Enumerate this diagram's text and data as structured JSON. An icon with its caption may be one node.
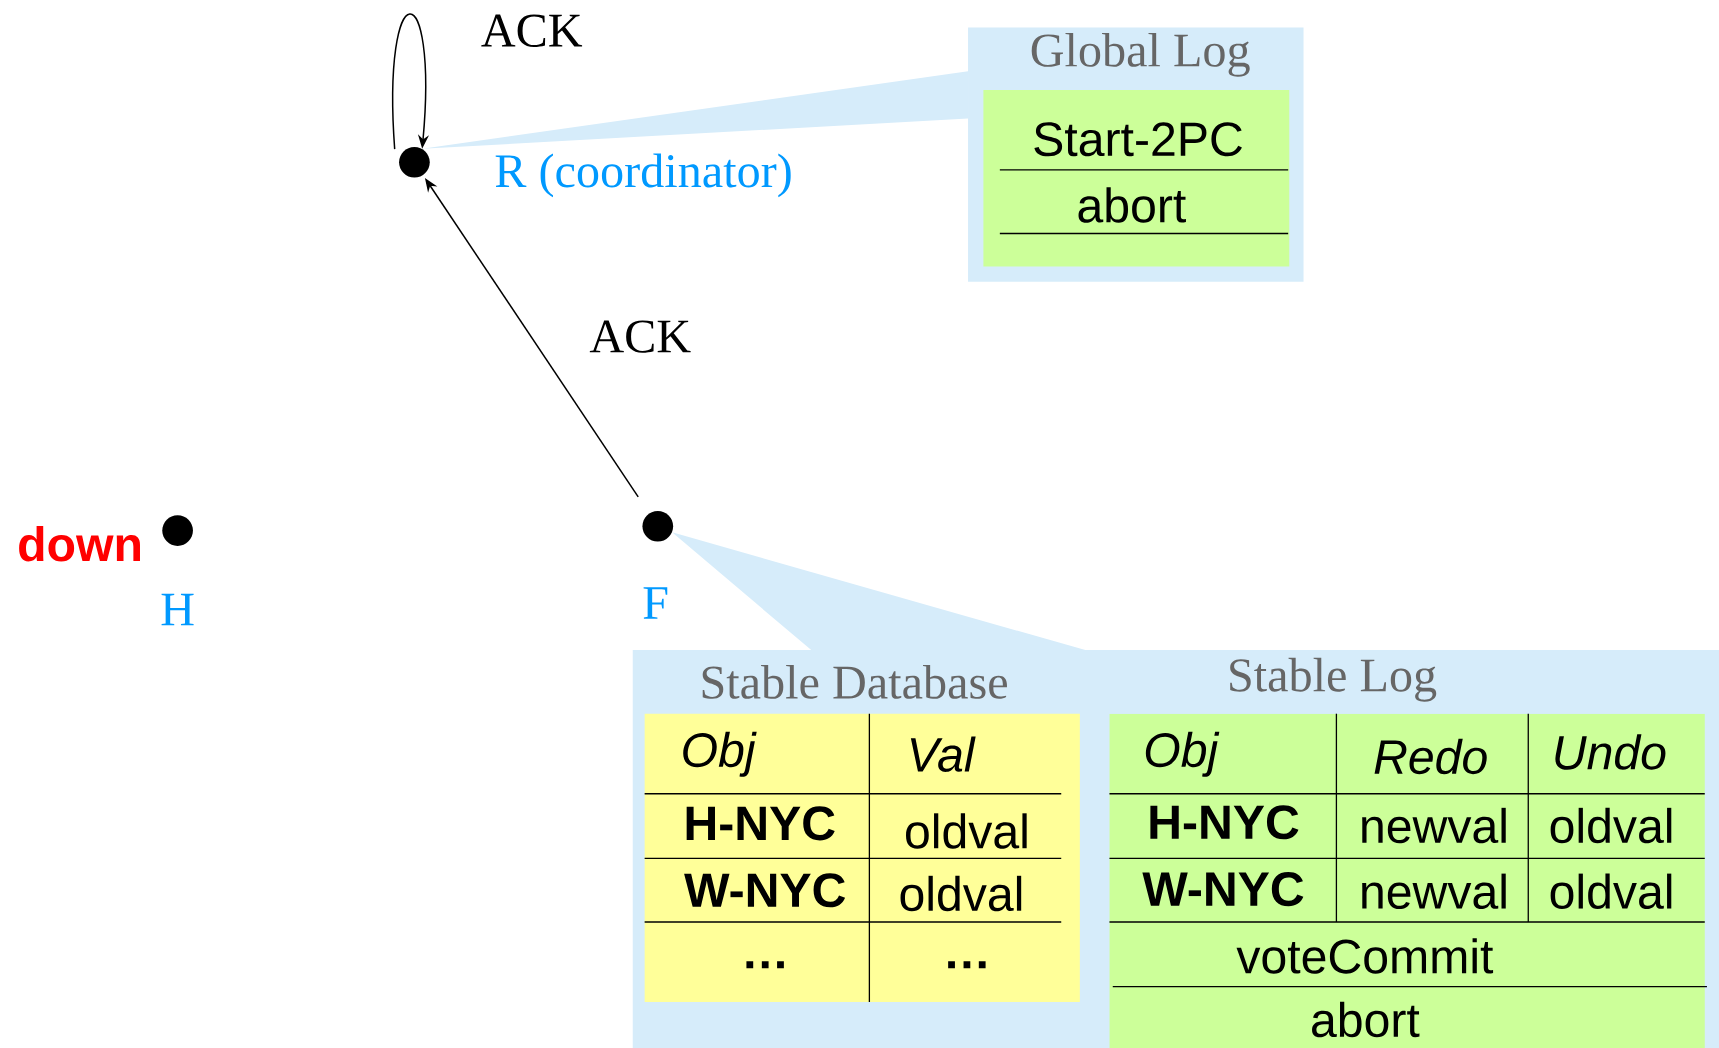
{
  "diagram": {
    "nodes": [
      {
        "text": [],
        "shape": "circle",
        "beside": [
          "R (coordinator)"
        ]
      },
      {
        "text": [],
        "shape": "circle",
        "beside": [
          "down",
          "H"
        ]
      },
      {
        "text": [],
        "shape": "circle",
        "beside": [
          "F"
        ]
      },
      {
        "text": [
          "Global Log"
        ]
      },
      {
        "text": [],
        "shape": "box"
      },
      {
        "text": [
          "Stable Database"
        ],
        "in": 4
      },
      {
        "text": [
          "Stable Log"
        ],
        "in": 4
      }
    ],
    "edges": [
      {
        "from": 0,
        "to": 0,
        "arrow": "to",
        "label": "ACK"
      },
      {
        "from": 2,
        "to": 0,
        "arrow": "to",
        "label": "ACK"
      },
      {
        "from": 0,
        "to": 3,
        "arrow": "none",
        "color": "#d6ecfa"
      },
      {
        "from": 2,
        "to": 4,
        "arrow": "none",
        "color": "#d6ecfa"
      }
    ],
    "labels": [
      "Start-2PC",
      "abort",
      "Obj",
      "Val",
      "H-NYC",
      "oldval",
      "W-NYC",
      "oldval",
      "…",
      "…",
      "Obj",
      "Redo",
      "Undo",
      "H-NYC",
      "newval",
      "oldval",
      "W-NYC",
      "newval",
      "oldval",
      "voteCommit",
      "abort"
    ]
  }
}
